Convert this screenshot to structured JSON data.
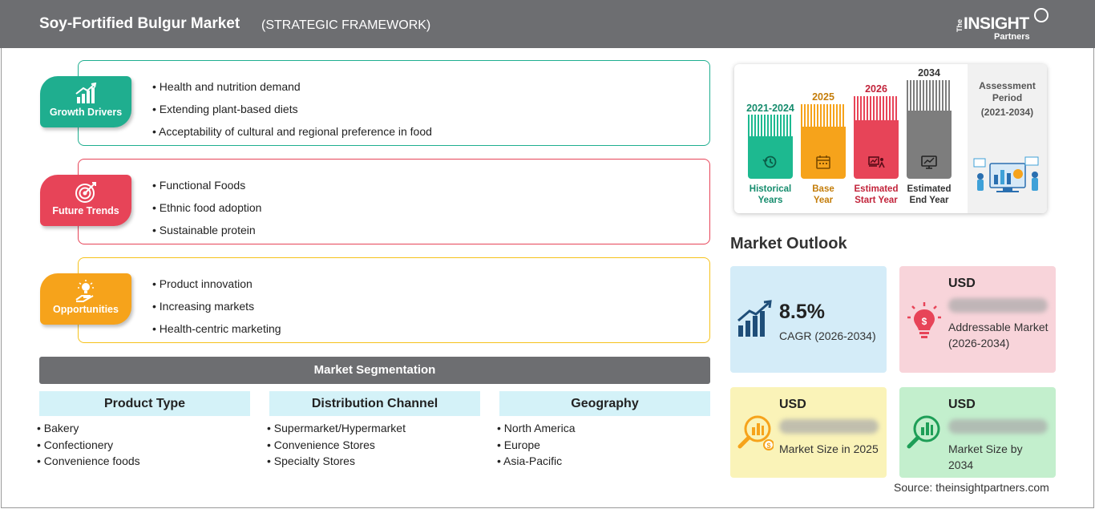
{
  "header": {
    "title": "Soy-Fortified Bulgur Market",
    "subtitle": "(STRATEGIC FRAMEWORK)",
    "logo": {
      "the": "The",
      "main": "INSIGHT",
      "partners": "Partners"
    }
  },
  "panels": {
    "growth": {
      "label": "Growth Drivers",
      "icon": "bar-chart-growth-icon",
      "color": "#1fae8f",
      "items": [
        "Health and nutrition demand",
        "Extending plant-based diets",
        "Acceptability of cultural and regional preference in food"
      ]
    },
    "trends": {
      "label": "Future Trends",
      "icon": "target-icon",
      "color": "#e74458",
      "items": [
        "Functional Foods",
        "Ethnic food adoption",
        "Sustainable protein"
      ]
    },
    "opps": {
      "label": "Opportunities",
      "icon": "lightbulb-hand-icon",
      "color": "#f6a31b",
      "items": [
        "Product innovation",
        "Increasing markets",
        "Health-centric marketing"
      ]
    }
  },
  "segmentation": {
    "title": "Market Segmentation",
    "columns": [
      {
        "heading": "Product Type",
        "items": [
          "Bakery",
          "Confectionery",
          "Convenience foods"
        ]
      },
      {
        "heading": "Distribution Channel",
        "items": [
          "Supermarket/Hypermarket",
          "Convenience Stores",
          "Specialty Stores"
        ]
      },
      {
        "heading": "Geography",
        "items": [
          "North America",
          "Europe",
          "Asia-Pacific"
        ]
      }
    ]
  },
  "timeline": {
    "assessment_title": "Assessment Period",
    "assessment_period": "(2021-2034)",
    "bars": [
      {
        "year": "2021-2024",
        "label1": "Historical",
        "label2": "Years",
        "color": "#1db990",
        "text_color": "#158c6d",
        "icon": "history-clock-icon"
      },
      {
        "year": "2025",
        "label1": "Base",
        "label2": "Year",
        "color": "#f6a31b",
        "text_color": "#c47d0a",
        "icon": "calendar-icon"
      },
      {
        "year": "2026",
        "label1": "Estimated",
        "label2": "Start Year",
        "color": "#e74458",
        "text_color": "#c2233a",
        "icon": "presentation-chart-icon"
      },
      {
        "year": "2034",
        "label1": "Estimated",
        "label2": "End Year",
        "color": "#7d7d7d",
        "text_color": "#333333",
        "icon": "monitor-chart-icon"
      }
    ]
  },
  "outlook": {
    "title": "Market Outlook",
    "cagr": {
      "value": "8.5%",
      "label": "CAGR (2026-2034)",
      "icon": "growth-chart-icon",
      "bg": "#d4ecf8"
    },
    "addressable": {
      "currency": "USD",
      "value": "lorem ipsum",
      "label": "Addressable Market (2026-2034)",
      "icon": "lightbulb-dollar-icon",
      "bg": "#f8d4da"
    },
    "size2025": {
      "currency": "USD",
      "value": "lorem ipsum",
      "label": "Market Size in 2025",
      "icon": "magnifier-chart-icon",
      "bg": "#faf3b8"
    },
    "size2034": {
      "currency": "USD",
      "value": "lorem ipsum",
      "label": "Market Size by 2034",
      "icon": "magnifier-bars-icon",
      "bg": "#c3efcd"
    }
  },
  "source": "Source: theinsightpartners.com"
}
